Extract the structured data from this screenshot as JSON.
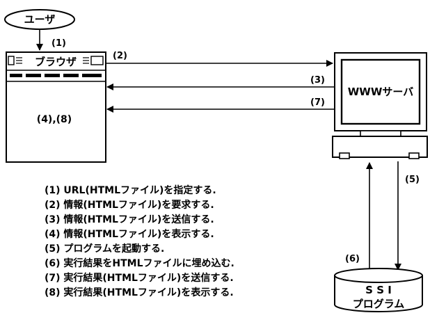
{
  "user_label": "ユーザ",
  "browser": {
    "title": "ブラウザ",
    "content_label": "(4),(8)"
  },
  "server": {
    "label": "WWWサーバ"
  },
  "ssi": {
    "line1": "S S I",
    "line2": "プログラム"
  },
  "arrows": {
    "a1": "(1)",
    "a2": "(2)",
    "a3": "(3)",
    "a5": "(5)",
    "a6": "(6)",
    "a7": "(7)"
  },
  "legend": [
    "(1) URL(HTMLファイル)を指定する.",
    "(2) 情報(HTMLファイル)を要求する.",
    "(3) 情報(HTMLファイル)を送信する.",
    "(4) 情報(HTMLファイル)を表示する.",
    "(5) プログラムを起動する.",
    "(6) 実行結果をHTMLファイルに埋め込む.",
    "(7) 実行結果(HTMLファイル)を送信する.",
    "(8) 実行結果(HTMLファイル)を表示する."
  ]
}
